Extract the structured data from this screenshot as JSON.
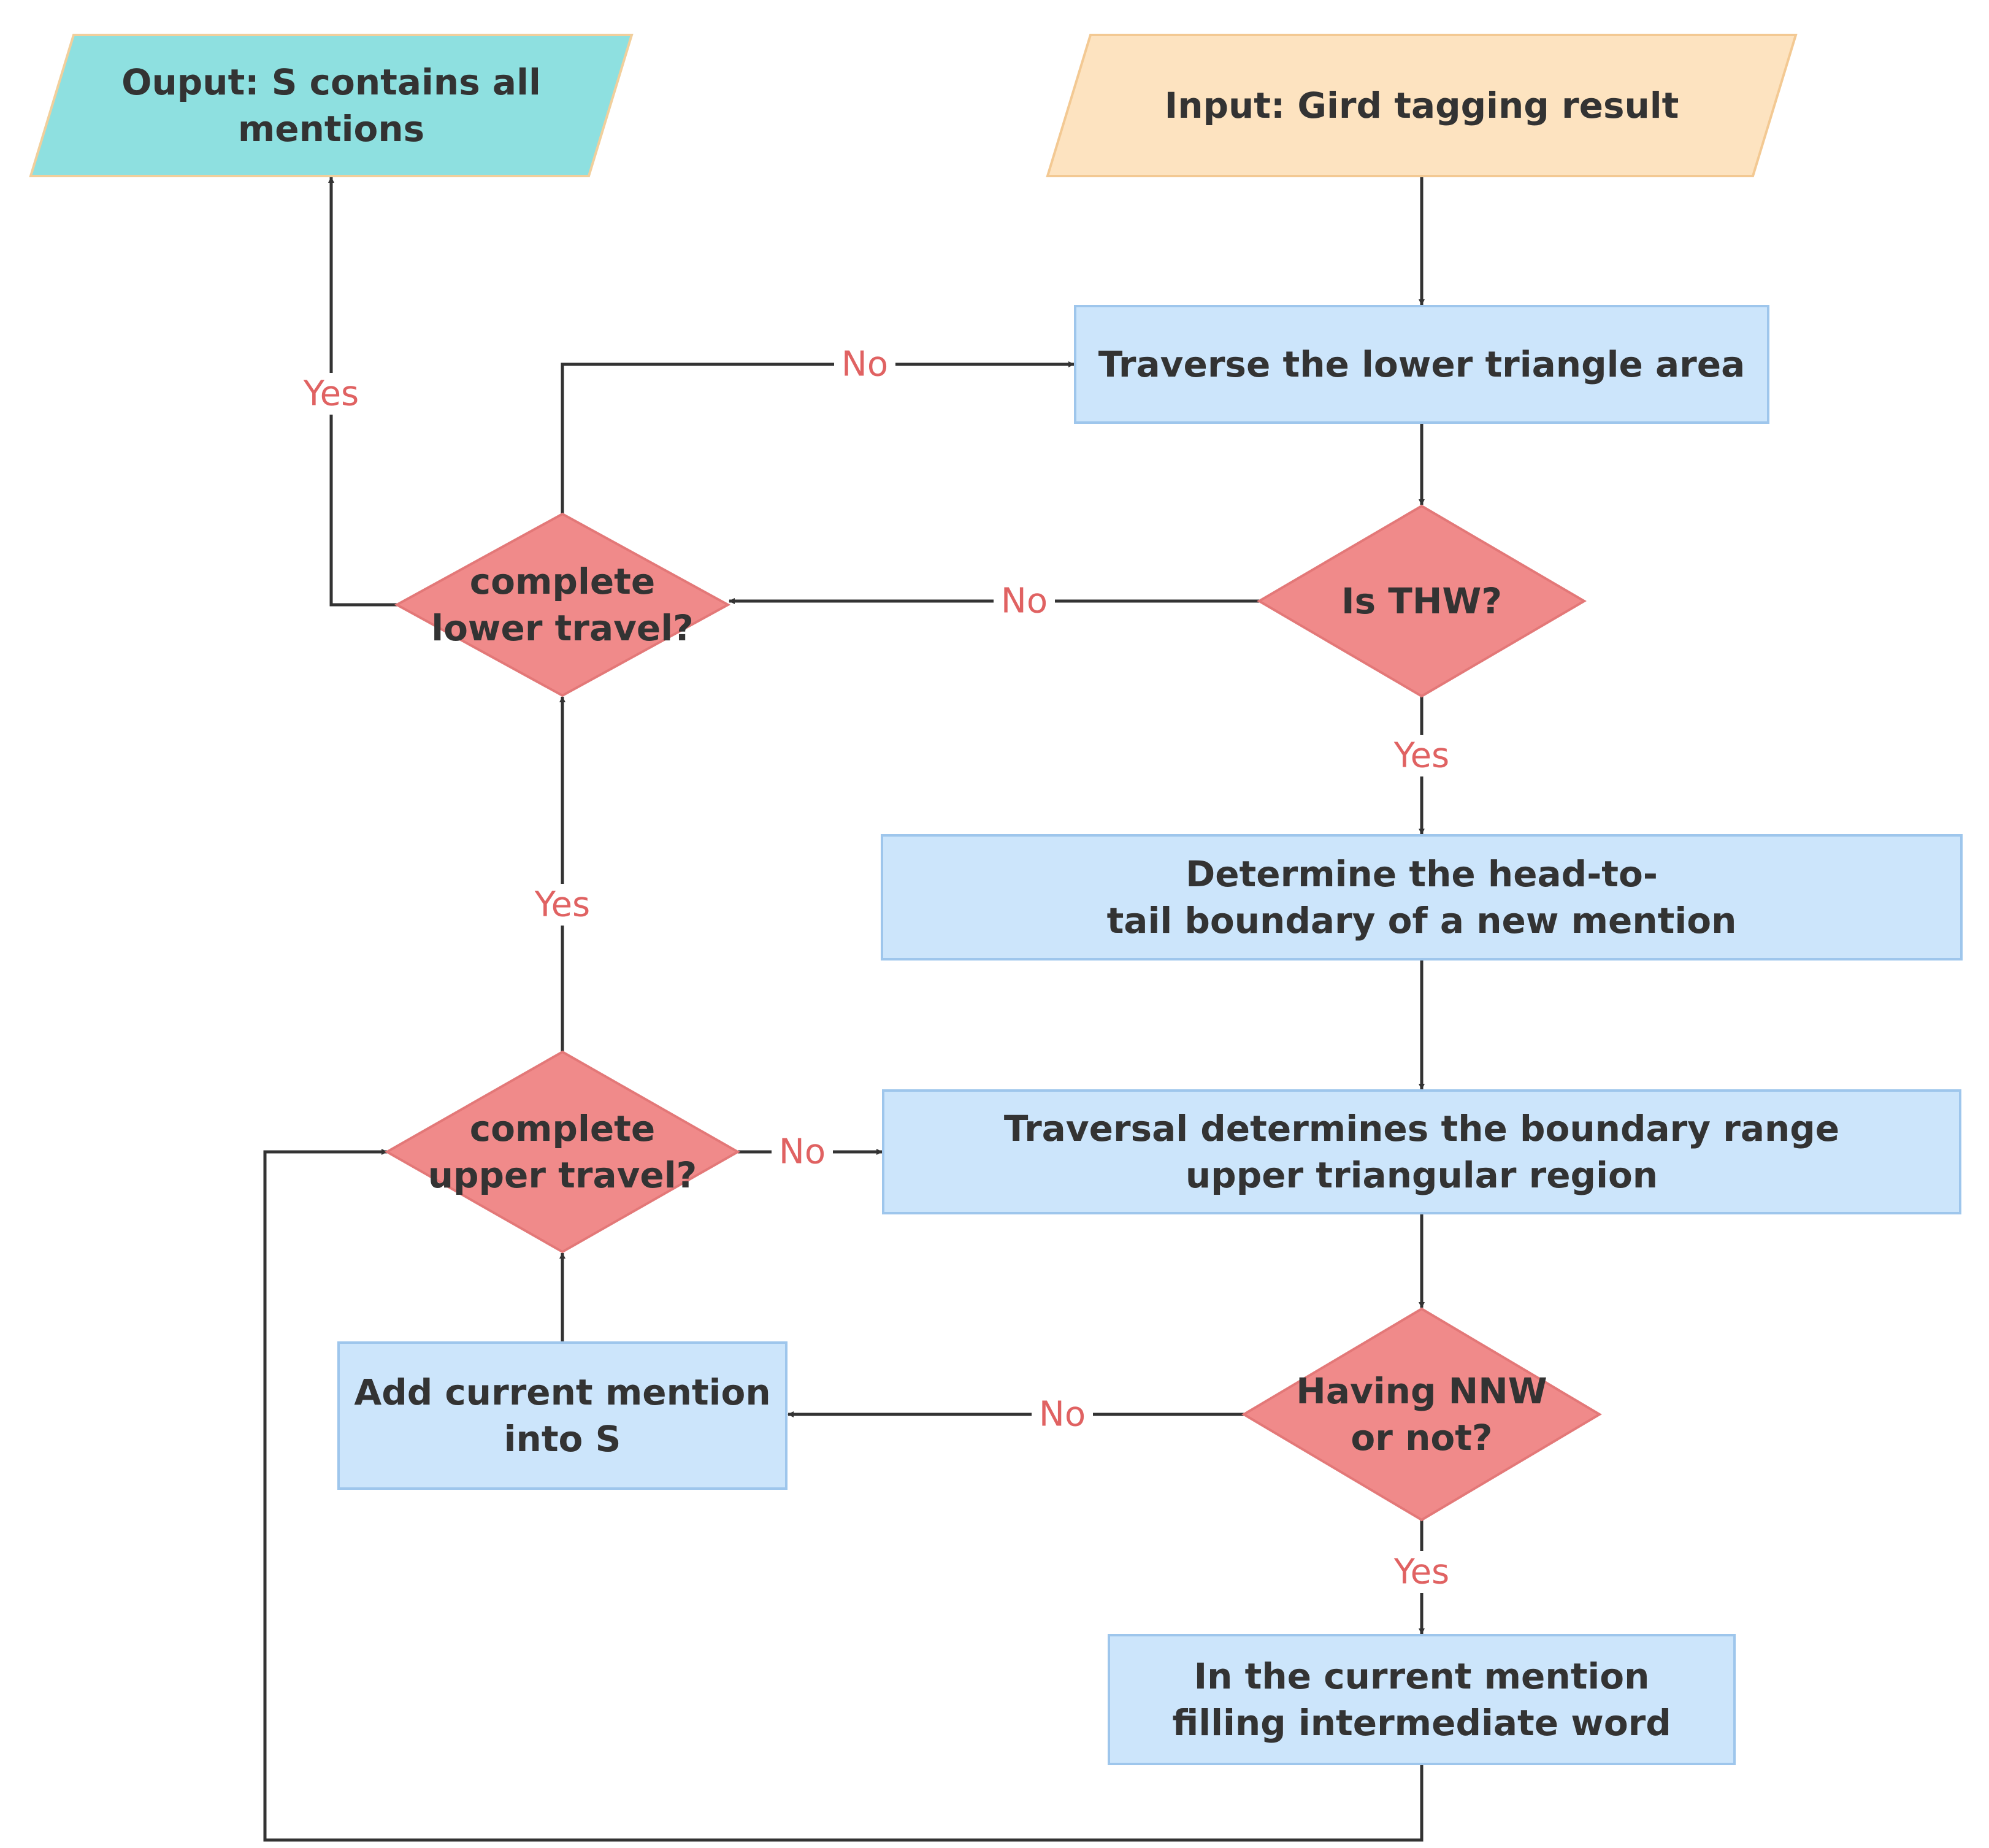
{
  "colors": {
    "process_fill": "#cce5fb",
    "process_stroke": "#9ec6ec",
    "decision_fill": "#f08a8a",
    "decision_stroke": "#e37878",
    "input_fill": "#fde3c0",
    "input_stroke": "#f3c993",
    "output_fill": "#8ee0e0",
    "output_stroke": "#f1cf9c",
    "line": "#333333",
    "label": "#e06262"
  },
  "nodes": {
    "output": {
      "shape": "parallelogram",
      "lines": [
        "Ouput: S contains all",
        "mentions"
      ]
    },
    "input": {
      "shape": "parallelogram",
      "lines": [
        "Input: Gird tagging result"
      ]
    },
    "traverse": {
      "shape": "process",
      "lines": [
        "Traverse the lower triangle area"
      ]
    },
    "is_thw": {
      "shape": "decision",
      "lines": [
        "Is THW?"
      ]
    },
    "complete_lower": {
      "shape": "decision",
      "lines": [
        "complete",
        "lower travel?"
      ]
    },
    "determine": {
      "shape": "process",
      "lines": [
        "Determine the head-to-",
        "tail boundary of a new mention"
      ]
    },
    "complete_upper": {
      "shape": "decision",
      "lines": [
        "complete",
        "upper travel?"
      ]
    },
    "traversal_range": {
      "shape": "process",
      "lines": [
        "Traversal determines the boundary range",
        "upper triangular region"
      ]
    },
    "having_nnw": {
      "shape": "decision",
      "lines": [
        "Having NNW",
        "or not?"
      ]
    },
    "add_mention": {
      "shape": "process",
      "lines": [
        "Add current mention",
        "into S"
      ]
    },
    "fill_word": {
      "shape": "process",
      "lines": [
        "In the current mention",
        "filling intermediate word"
      ]
    }
  },
  "edges": [
    {
      "from": "input",
      "to": "traverse",
      "label": ""
    },
    {
      "from": "traverse",
      "to": "is_thw",
      "label": ""
    },
    {
      "from": "is_thw",
      "to": "complete_lower",
      "label": "No"
    },
    {
      "from": "is_thw",
      "to": "determine",
      "label": "Yes"
    },
    {
      "from": "complete_lower",
      "to": "traverse",
      "label": "No"
    },
    {
      "from": "complete_lower",
      "to": "output",
      "label": "Yes"
    },
    {
      "from": "determine",
      "to": "traversal_range",
      "label": ""
    },
    {
      "from": "traversal_range",
      "to": "having_nnw",
      "label": ""
    },
    {
      "from": "having_nnw",
      "to": "add_mention",
      "label": "No"
    },
    {
      "from": "having_nnw",
      "to": "fill_word",
      "label": "Yes"
    },
    {
      "from": "add_mention",
      "to": "complete_upper",
      "label": ""
    },
    {
      "from": "complete_upper",
      "to": "traversal_range",
      "label": "No"
    },
    {
      "from": "complete_upper",
      "to": "complete_lower",
      "label": "Yes"
    },
    {
      "from": "fill_word",
      "to": "complete_upper",
      "label": ""
    }
  ]
}
